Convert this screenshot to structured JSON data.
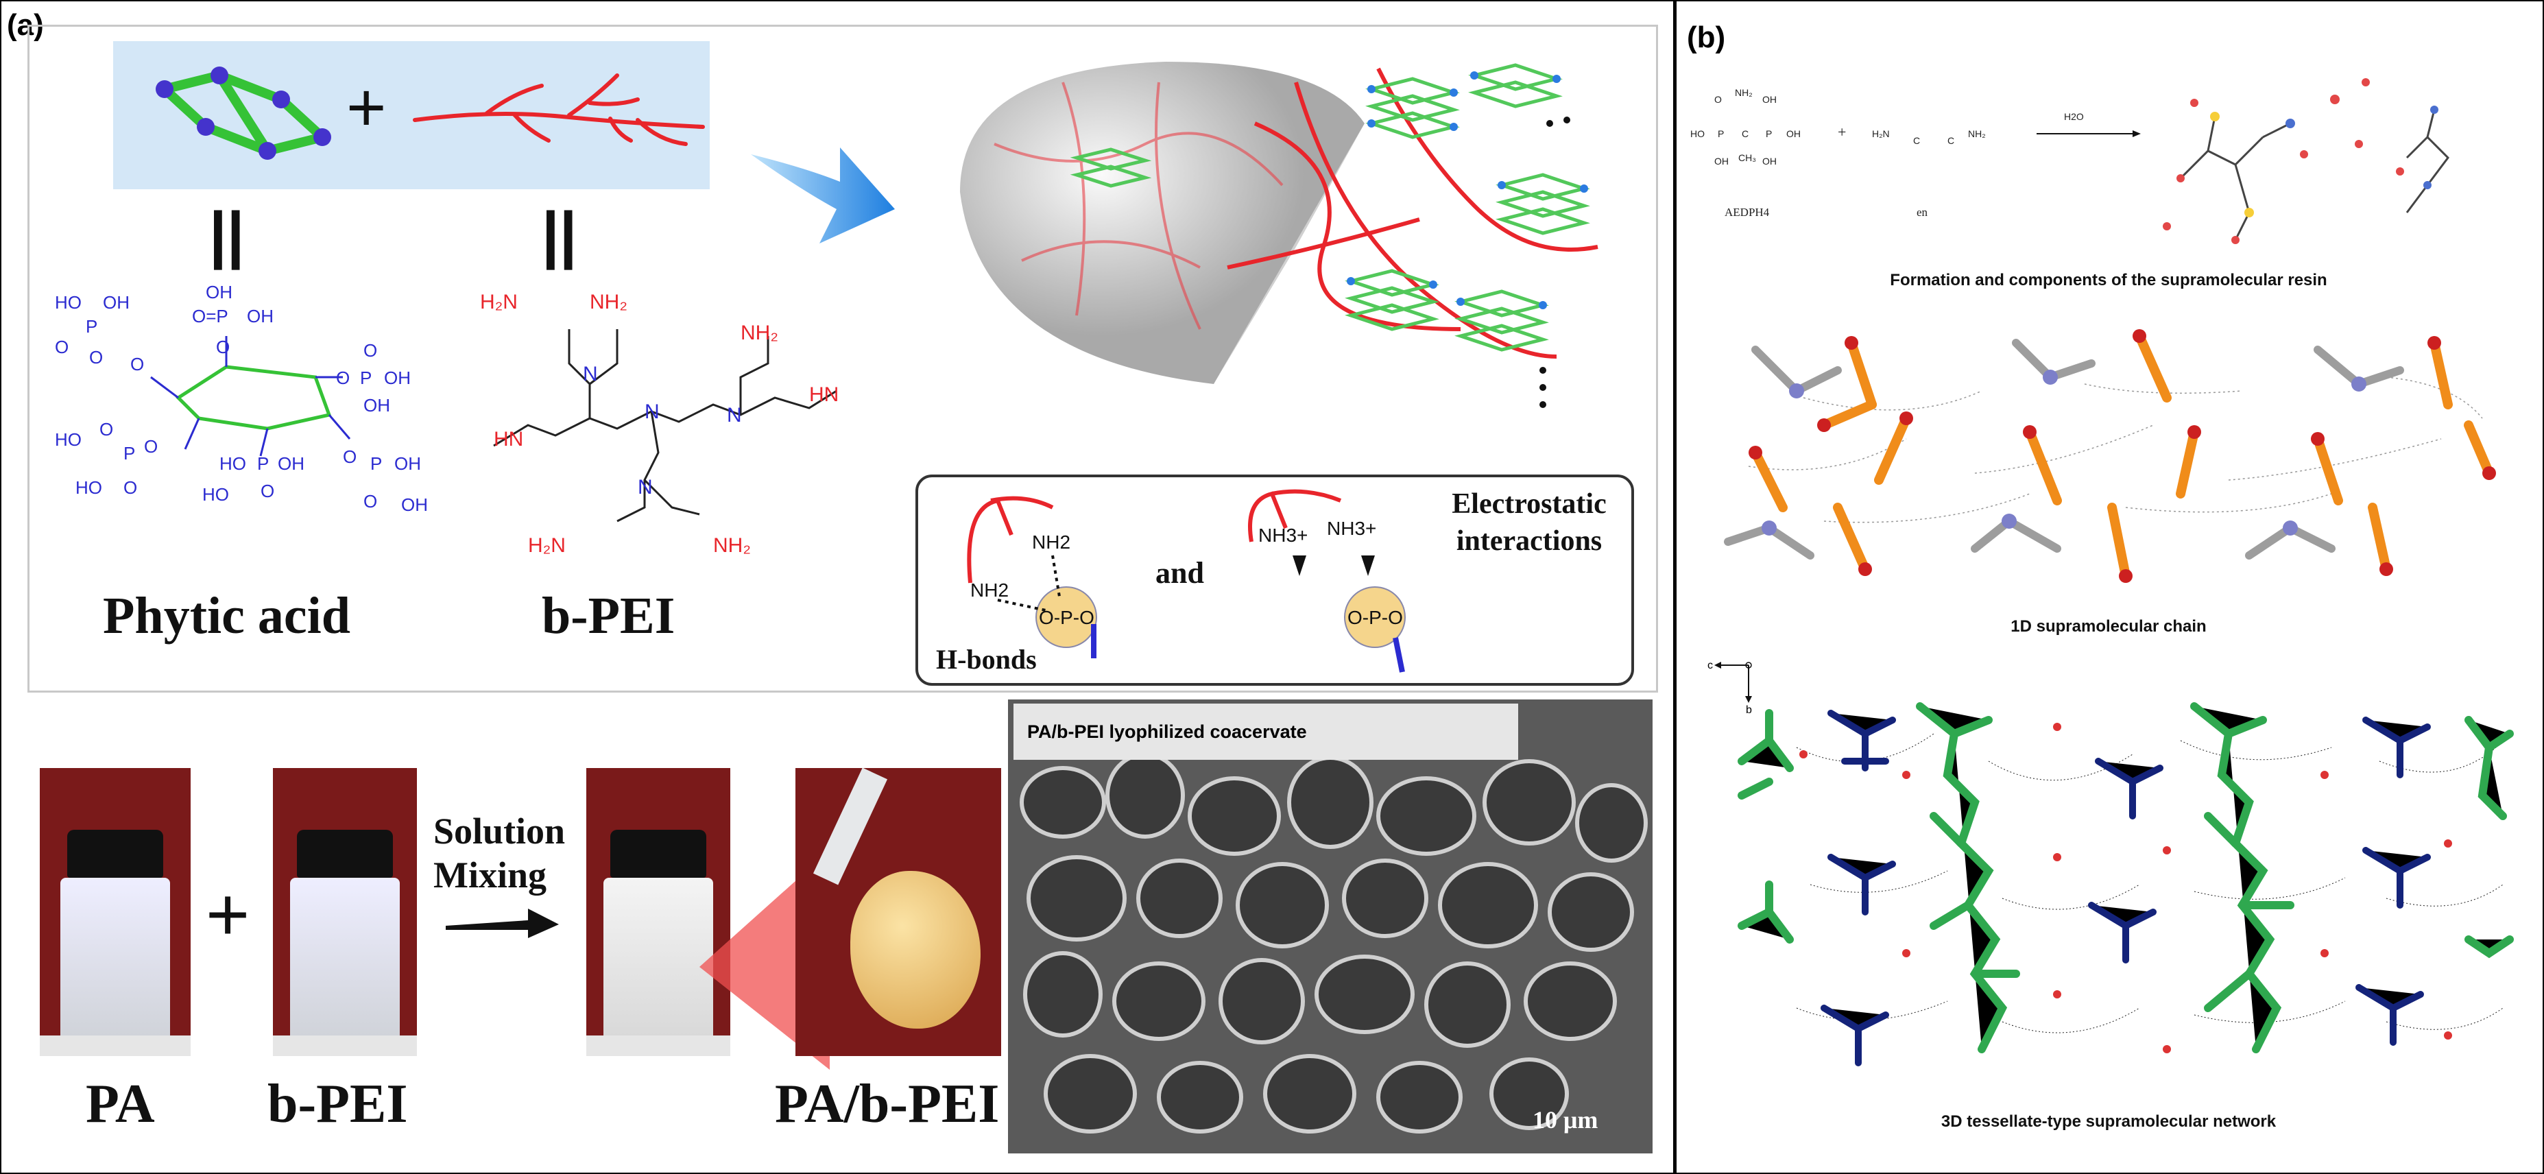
{
  "panel_a": {
    "label": "(a)",
    "phytic_acid": "Phytic acid",
    "bpei": "b-PEI",
    "equals": "||",
    "plus": "+",
    "hbonds": "H-bonds",
    "and": "and",
    "electrostatic": "Electrostatic interactions",
    "pa": "PA",
    "bpei_bottom": "b-PEI",
    "solution_mixing_1": "Solution",
    "solution_mixing_2": "Mixing",
    "pa_bpei": "PA/b-PEI",
    "sem_banner": "PA/b-PEI lyophilized coacervate",
    "scale_bar": "10 μm",
    "nh2": "NH2",
    "nh3": "NH3+"
  },
  "panel_b": {
    "label": "(b)",
    "reaction": {
      "aedph4": "AEDPH4",
      "en": "en",
      "h2o": "H2O",
      "plus": "+"
    },
    "caption_1": "Formation and components of the supramolecular resin",
    "caption_2": "1D supramolecular chain",
    "caption_3": "3D tessellate-type supramolecular network",
    "axis_c": "c",
    "axis_b": "b"
  },
  "colors": {
    "pei_red": "#e8252b",
    "phosphate_blue": "#2b2bd0",
    "ring_green": "#35c236",
    "arrow_blue": "#1e88e5",
    "network_green": "#2fa84f",
    "network_navy": "#14237a"
  }
}
